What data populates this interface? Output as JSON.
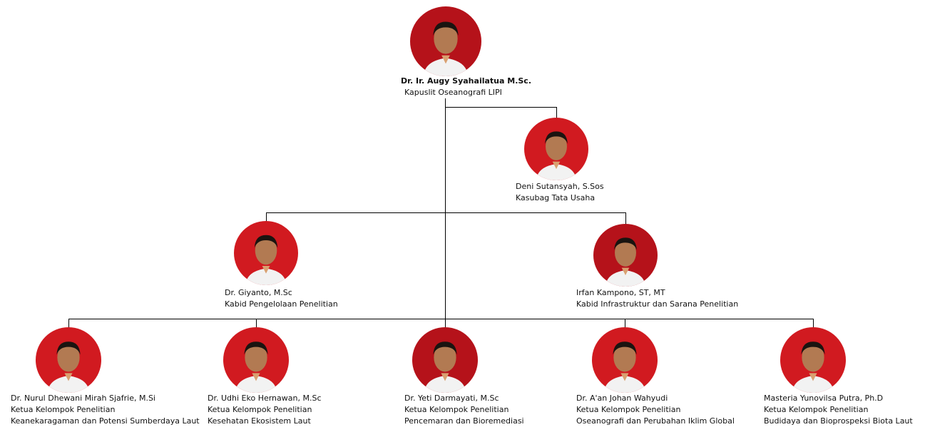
{
  "colors": {
    "photo_bg": "#d11a20",
    "photo_bg_dark": "#b5121a",
    "line": "#000000"
  },
  "head": {
    "name": "Dr. Ir. Augy Syahailatua M.Sc.",
    "title": "Kapuslit Oseanografi LIPI"
  },
  "staff": {
    "name": "Deni Sutansyah, S.Sos",
    "title": "Kasubag Tata Usaha"
  },
  "divisions": [
    {
      "name": "Dr. Giyanto, M.Sc",
      "title": "Kabid Pengelolaan Penelitian"
    },
    {
      "name": "Irfan Kampono, ST, MT",
      "title": "Kabid Infrastruktur dan Sarana Penelitian"
    }
  ],
  "groups": [
    {
      "name": "Dr. Nurul Dhewani Mirah Sjafrie, M.Si",
      "title": "Ketua Kelompok Penelitian",
      "unit": "Keanekaragaman dan Potensi Sumberdaya Laut"
    },
    {
      "name": "Dr. Udhi Eko Hernawan, M.Sc",
      "title": "Ketua Kelompok Penelitian",
      "unit": "Kesehatan Ekosistem Laut"
    },
    {
      "name": "Dr. Yeti Darmayati, M.Sc",
      "title": "Ketua Kelompok Penelitian",
      "unit": "Pencemaran dan Bioremediasi"
    },
    {
      "name": "Dr. A'an Johan Wahyudi",
      "title": "Ketua Kelompok Penelitian",
      "unit": "Oseanografi dan Perubahan Iklim Global"
    },
    {
      "name": "Masteria Yunovilsa Putra, Ph.D",
      "title": "Ketua Kelompok Penelitian",
      "unit": "Budidaya dan Bioprospeksi Biota Laut"
    }
  ]
}
